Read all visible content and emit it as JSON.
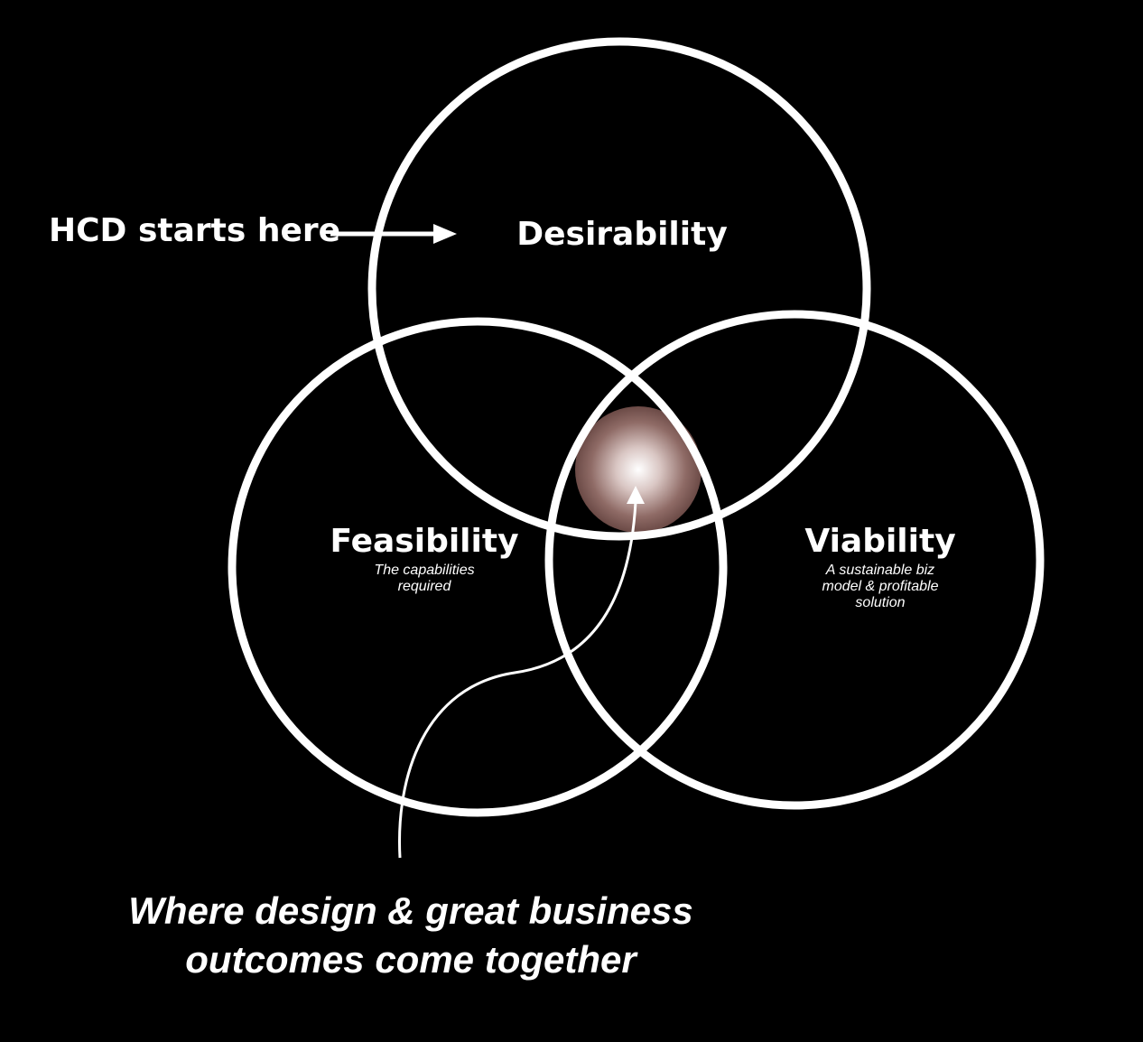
{
  "colors": {
    "background": "#000000",
    "stroke": "#ffffff",
    "glow_center": "#ffffff",
    "glow_edge": "#6b4a46"
  },
  "annotation": {
    "label": "HCD starts here"
  },
  "circles": {
    "desirability": {
      "title": "Desirability"
    },
    "feasibility": {
      "title": "Feasibility",
      "desc_lines": [
        "The capabilities",
        "required"
      ]
    },
    "viability": {
      "title": "Viability",
      "desc_lines": [
        "A sustainable biz",
        "model & profitable",
        "solution"
      ]
    }
  },
  "tagline": {
    "lines": [
      "Where design & great business",
      "outcomes come together"
    ]
  }
}
